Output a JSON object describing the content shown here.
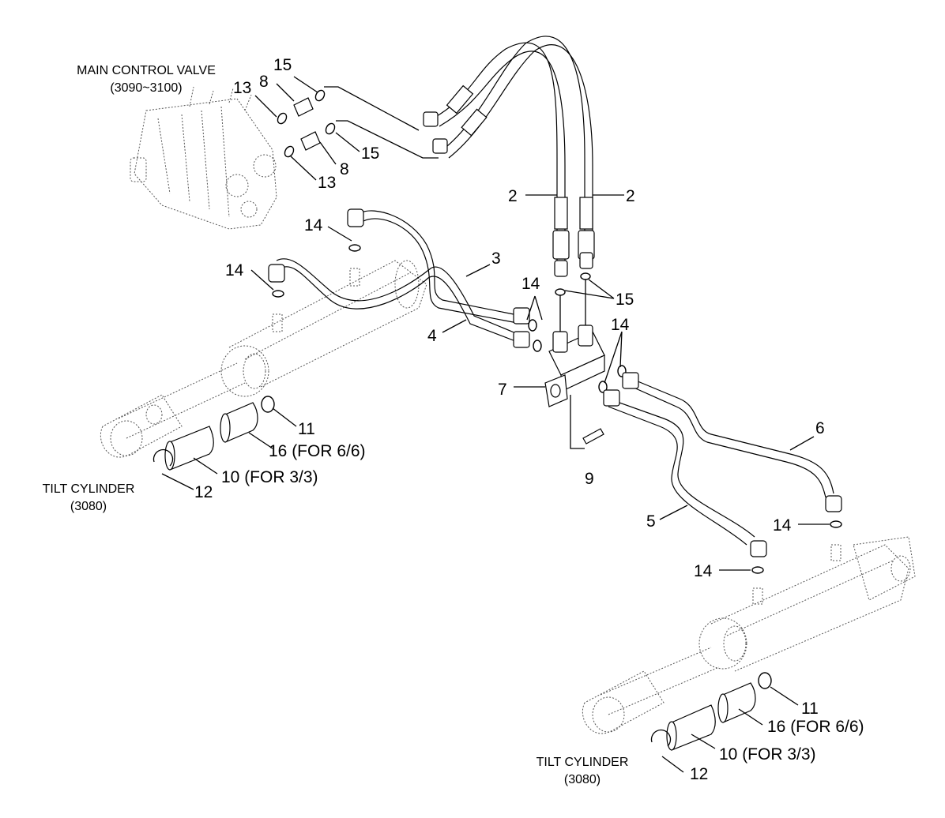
{
  "title": "",
  "components": {
    "main_control_valve": {
      "label": "MAIN CONTROL VALVE",
      "ref": "(3090~3100)"
    },
    "tilt_cylinder_left": {
      "label": "TILT CYLINDER",
      "ref": "(3080)"
    },
    "tilt_cylinder_right": {
      "label": "TILT CYLINDER",
      "ref": "(3080)"
    }
  },
  "callouts": [
    {
      "id": "c15a",
      "text": "15"
    },
    {
      "id": "c8a",
      "text": "8"
    },
    {
      "id": "c13a",
      "text": "13"
    },
    {
      "id": "c15b",
      "text": "15"
    },
    {
      "id": "c8b",
      "text": "8"
    },
    {
      "id": "c13b",
      "text": "13"
    },
    {
      "id": "c2a",
      "text": "2"
    },
    {
      "id": "c2b",
      "text": "2"
    },
    {
      "id": "c14a",
      "text": "14"
    },
    {
      "id": "c14b",
      "text": "14"
    },
    {
      "id": "c3",
      "text": "3"
    },
    {
      "id": "c14c",
      "text": "14"
    },
    {
      "id": "c15c",
      "text": "15"
    },
    {
      "id": "c4",
      "text": "4"
    },
    {
      "id": "c14d",
      "text": "14"
    },
    {
      "id": "c7",
      "text": "7"
    },
    {
      "id": "c11a",
      "text": "11"
    },
    {
      "id": "c16a",
      "text": "16 (FOR 6/6)"
    },
    {
      "id": "c10a",
      "text": "10 (FOR 3/3)"
    },
    {
      "id": "c12a",
      "text": "12"
    },
    {
      "id": "c9",
      "text": "9"
    },
    {
      "id": "c6",
      "text": "6"
    },
    {
      "id": "c5",
      "text": "5"
    },
    {
      "id": "c14e",
      "text": "14"
    },
    {
      "id": "c14f",
      "text": "14"
    },
    {
      "id": "c11b",
      "text": "11"
    },
    {
      "id": "c16b",
      "text": "16 (FOR 6/6)"
    },
    {
      "id": "c10b",
      "text": "10 (FOR 3/3)"
    },
    {
      "id": "c12b",
      "text": "12"
    }
  ]
}
